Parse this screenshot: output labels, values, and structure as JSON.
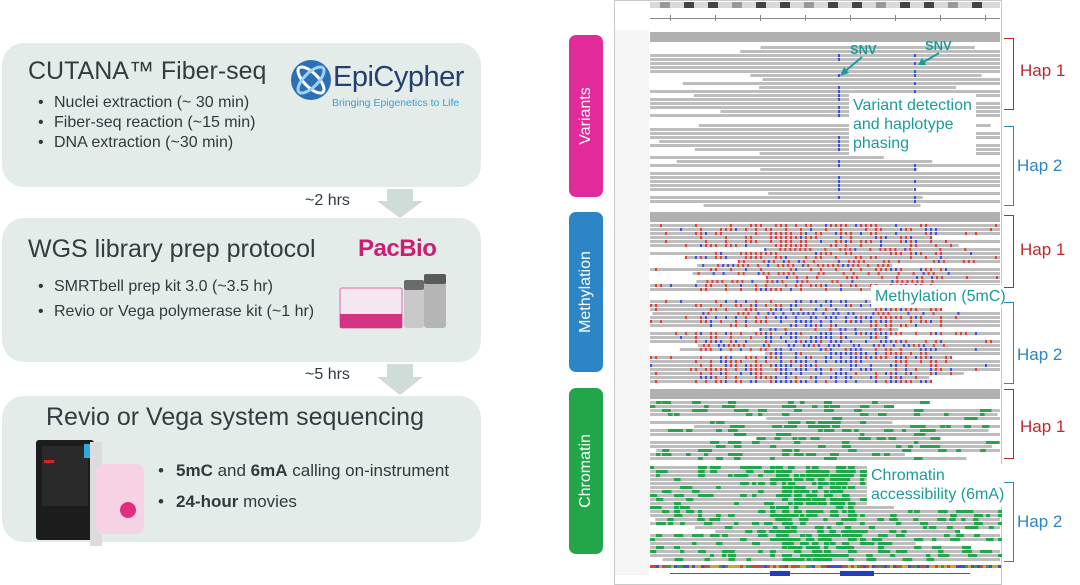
{
  "workflow": {
    "step1": {
      "title": "CUTANA™ Fiber-seq",
      "bullets": [
        "Nuclei extraction (~ 30 min)",
        "Fiber-seq reaction (~15 min)",
        "DNA extraction (~30 min)"
      ],
      "logo": {
        "name": "EpiCypher",
        "tagline": "Bringing Epigenetics to Life"
      }
    },
    "time1": "~2 hrs",
    "step2": {
      "title": "WGS library prep protocol",
      "bullets": [
        "SMRTbell prep kit 3.0 (~3.5 hr)",
        "Revio or Vega polymerase kit (~1 hr)"
      ],
      "logo": {
        "name": "PacBio"
      }
    },
    "time2": "~5 hrs",
    "step3": {
      "title": "Revio or Vega system sequencing",
      "bullet1": {
        "bold": "5mC",
        "mid": " and ",
        "bold2": "6mA",
        "rest": " calling on-instrument"
      },
      "bullet2": {
        "bold": "24-hour",
        "rest": " movies"
      }
    }
  },
  "tracks": {
    "variants": {
      "label": "Variants",
      "annotation": [
        "Variant detection",
        "and haplotype",
        "phasing"
      ],
      "snv_labels": [
        "SNV",
        "SNV"
      ]
    },
    "methylation": {
      "label": "Methylation",
      "annotation": "Methylation (5mC)"
    },
    "chromatin": {
      "label": "Chromatin",
      "annotation": [
        "Chromatin",
        "accessibility (6mA)"
      ]
    }
  },
  "haplotypes": {
    "hap1": "Hap 1",
    "hap2": "Hap 2"
  },
  "colors": {
    "box_bg": "#e3ece9",
    "variants": "#e22b9a",
    "methylation": "#2b85c6",
    "chromatin": "#22a64a",
    "hap1": "#c0272d",
    "hap2": "#2b85c6",
    "annotation": "#1a9b9b",
    "read_gray": "#bdbdbd",
    "mod_red": "#e0403a",
    "mod_blue": "#3b4fe0"
  }
}
